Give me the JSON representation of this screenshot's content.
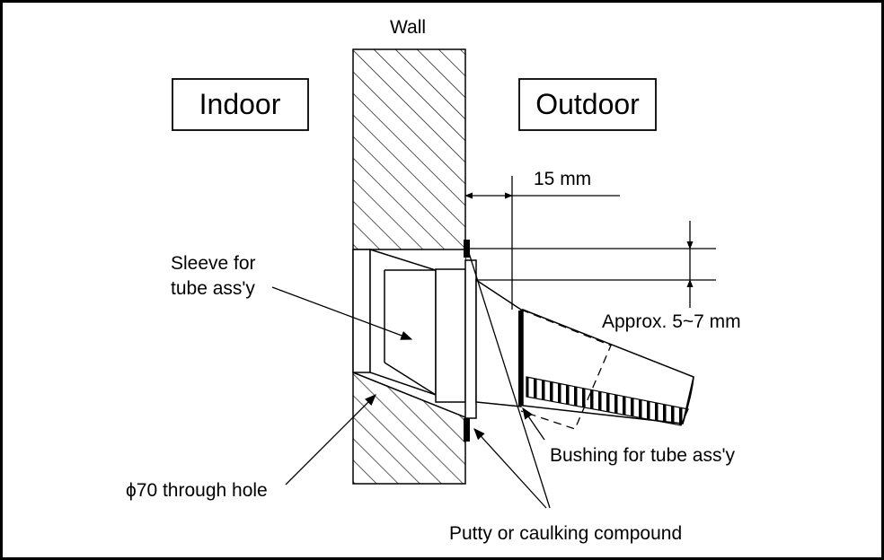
{
  "labels": {
    "wall": "Wall",
    "indoor": "Indoor",
    "outdoor": "Outdoor",
    "dimension_15mm": "15 mm",
    "sleeve_line1": "Sleeve for",
    "sleeve_line2": "tube ass'y",
    "approx": "Approx. 5~7 mm",
    "through_hole": "ϕ70 through hole",
    "bushing": "Bushing for tube ass'y",
    "putty": "Putty or caulking compound"
  },
  "colors": {
    "line": "#000000",
    "background": "#ffffff"
  }
}
